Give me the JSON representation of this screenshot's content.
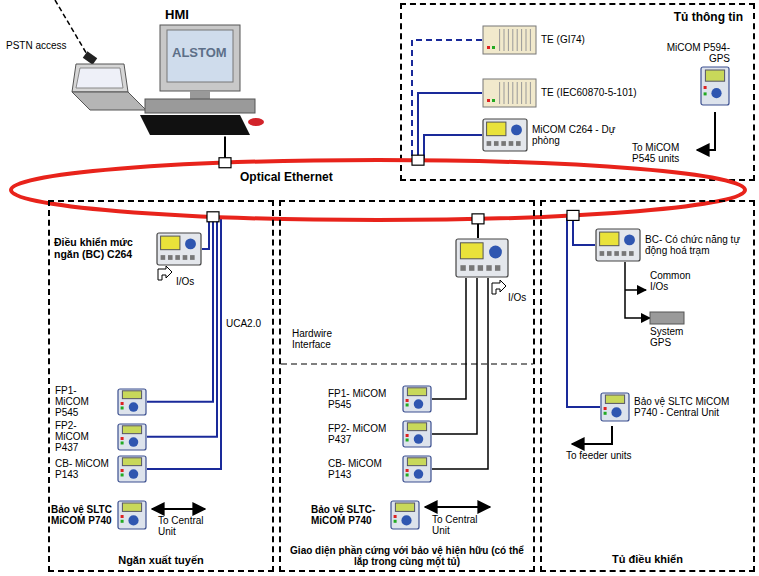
{
  "diagram": {
    "nodes": [
      {
        "text": [
          "HMI"
        ]
      },
      {
        "text": [
          "Tủ thông tin"
        ]
      },
      {
        "text": [
          "TE (GI74)"
        ],
        "in": 1
      },
      {
        "text": [
          "TE (IEC60870-5-101)"
        ],
        "in": 1
      },
      {
        "text": [
          "MiCOM C264 - Dự phòng"
        ],
        "in": 1
      },
      {
        "text": [
          "MiCOM P594-GPS"
        ],
        "in": 1
      },
      {
        "text": [
          "Optical Ethernet"
        ]
      },
      {
        "text": [
          "Ngăn xuất tuyến"
        ]
      },
      {
        "text": [
          "Điều khiển mức ngăn (BC) C264"
        ],
        "in": 7
      },
      {
        "text": [
          "FP1- MiCOM P545"
        ],
        "in": 7
      },
      {
        "text": [
          "FP2- MiCOM P437"
        ],
        "in": 7
      },
      {
        "text": [
          "CB- MiCOM P143"
        ],
        "in": 7
      },
      {
        "text": [
          "Bảo vệ SLTC MiCOM P740"
        ],
        "in": 7
      },
      {
        "text": [
          "Giao diện phần cứng với bảo vệ hiện hữu (có thể lắp trong cùng một tủ)"
        ]
      },
      {
        "text": [],
        "in": 13
      },
      {
        "text": [
          "FP1- MiCOM P545"
        ],
        "in": 13
      },
      {
        "text": [
          "FP2- MiCOM P437"
        ],
        "in": 13
      },
      {
        "text": [
          "CB- MiCOM P143"
        ],
        "in": 13
      },
      {
        "text": [
          "Bảo vệ SLTC-MiCOM P740"
        ],
        "in": 13
      },
      {
        "text": [
          "Tủ điều khiển"
        ]
      },
      {
        "text": [
          "BC- Có chức năng tự động hoá trạm"
        ],
        "in": 19
      },
      {
        "text": [
          "System GPS"
        ],
        "in": 19
      },
      {
        "text": [
          "Bảo vệ SLTC MiCOM P740 - Central Unit"
        ],
        "in": 19
      }
    ],
    "edges": [
      {
        "from": 0,
        "to": 6,
        "arrow": "none"
      },
      {
        "from": 2,
        "to": 6,
        "arrow": "none"
      },
      {
        "from": 3,
        "to": 6,
        "arrow": "none"
      },
      {
        "from": 4,
        "to": 6,
        "arrow": "none"
      },
      {
        "from": 8,
        "to": 6,
        "arrow": "none"
      },
      {
        "from": 9,
        "to": 6,
        "arrow": "none"
      },
      {
        "from": 10,
        "to": 6,
        "arrow": "none"
      },
      {
        "from": 11,
        "to": 6,
        "arrow": "none"
      },
      {
        "from": 14,
        "to": 6,
        "arrow": "none"
      },
      {
        "from": 14,
        "to": 15,
        "arrow": "none"
      },
      {
        "from": 14,
        "to": 16,
        "arrow": "none"
      },
      {
        "from": 14,
        "to": 17,
        "arrow": "none"
      },
      {
        "from": 20,
        "to": 6,
        "arrow": "none"
      },
      {
        "from": 22,
        "to": 6,
        "arrow": "none"
      },
      {
        "from": 20,
        "to": 21,
        "arrow": "to"
      }
    ],
    "labels": [
      "PSTN access",
      "ALSTOM",
      "To MiCOM P545 units",
      "I/Os",
      "UCA2.0",
      "Hardwire Interface",
      "I/Os",
      "Common I/Os",
      "To Central Unit",
      "To Central Unit",
      "To feeder units"
    ]
  }
}
